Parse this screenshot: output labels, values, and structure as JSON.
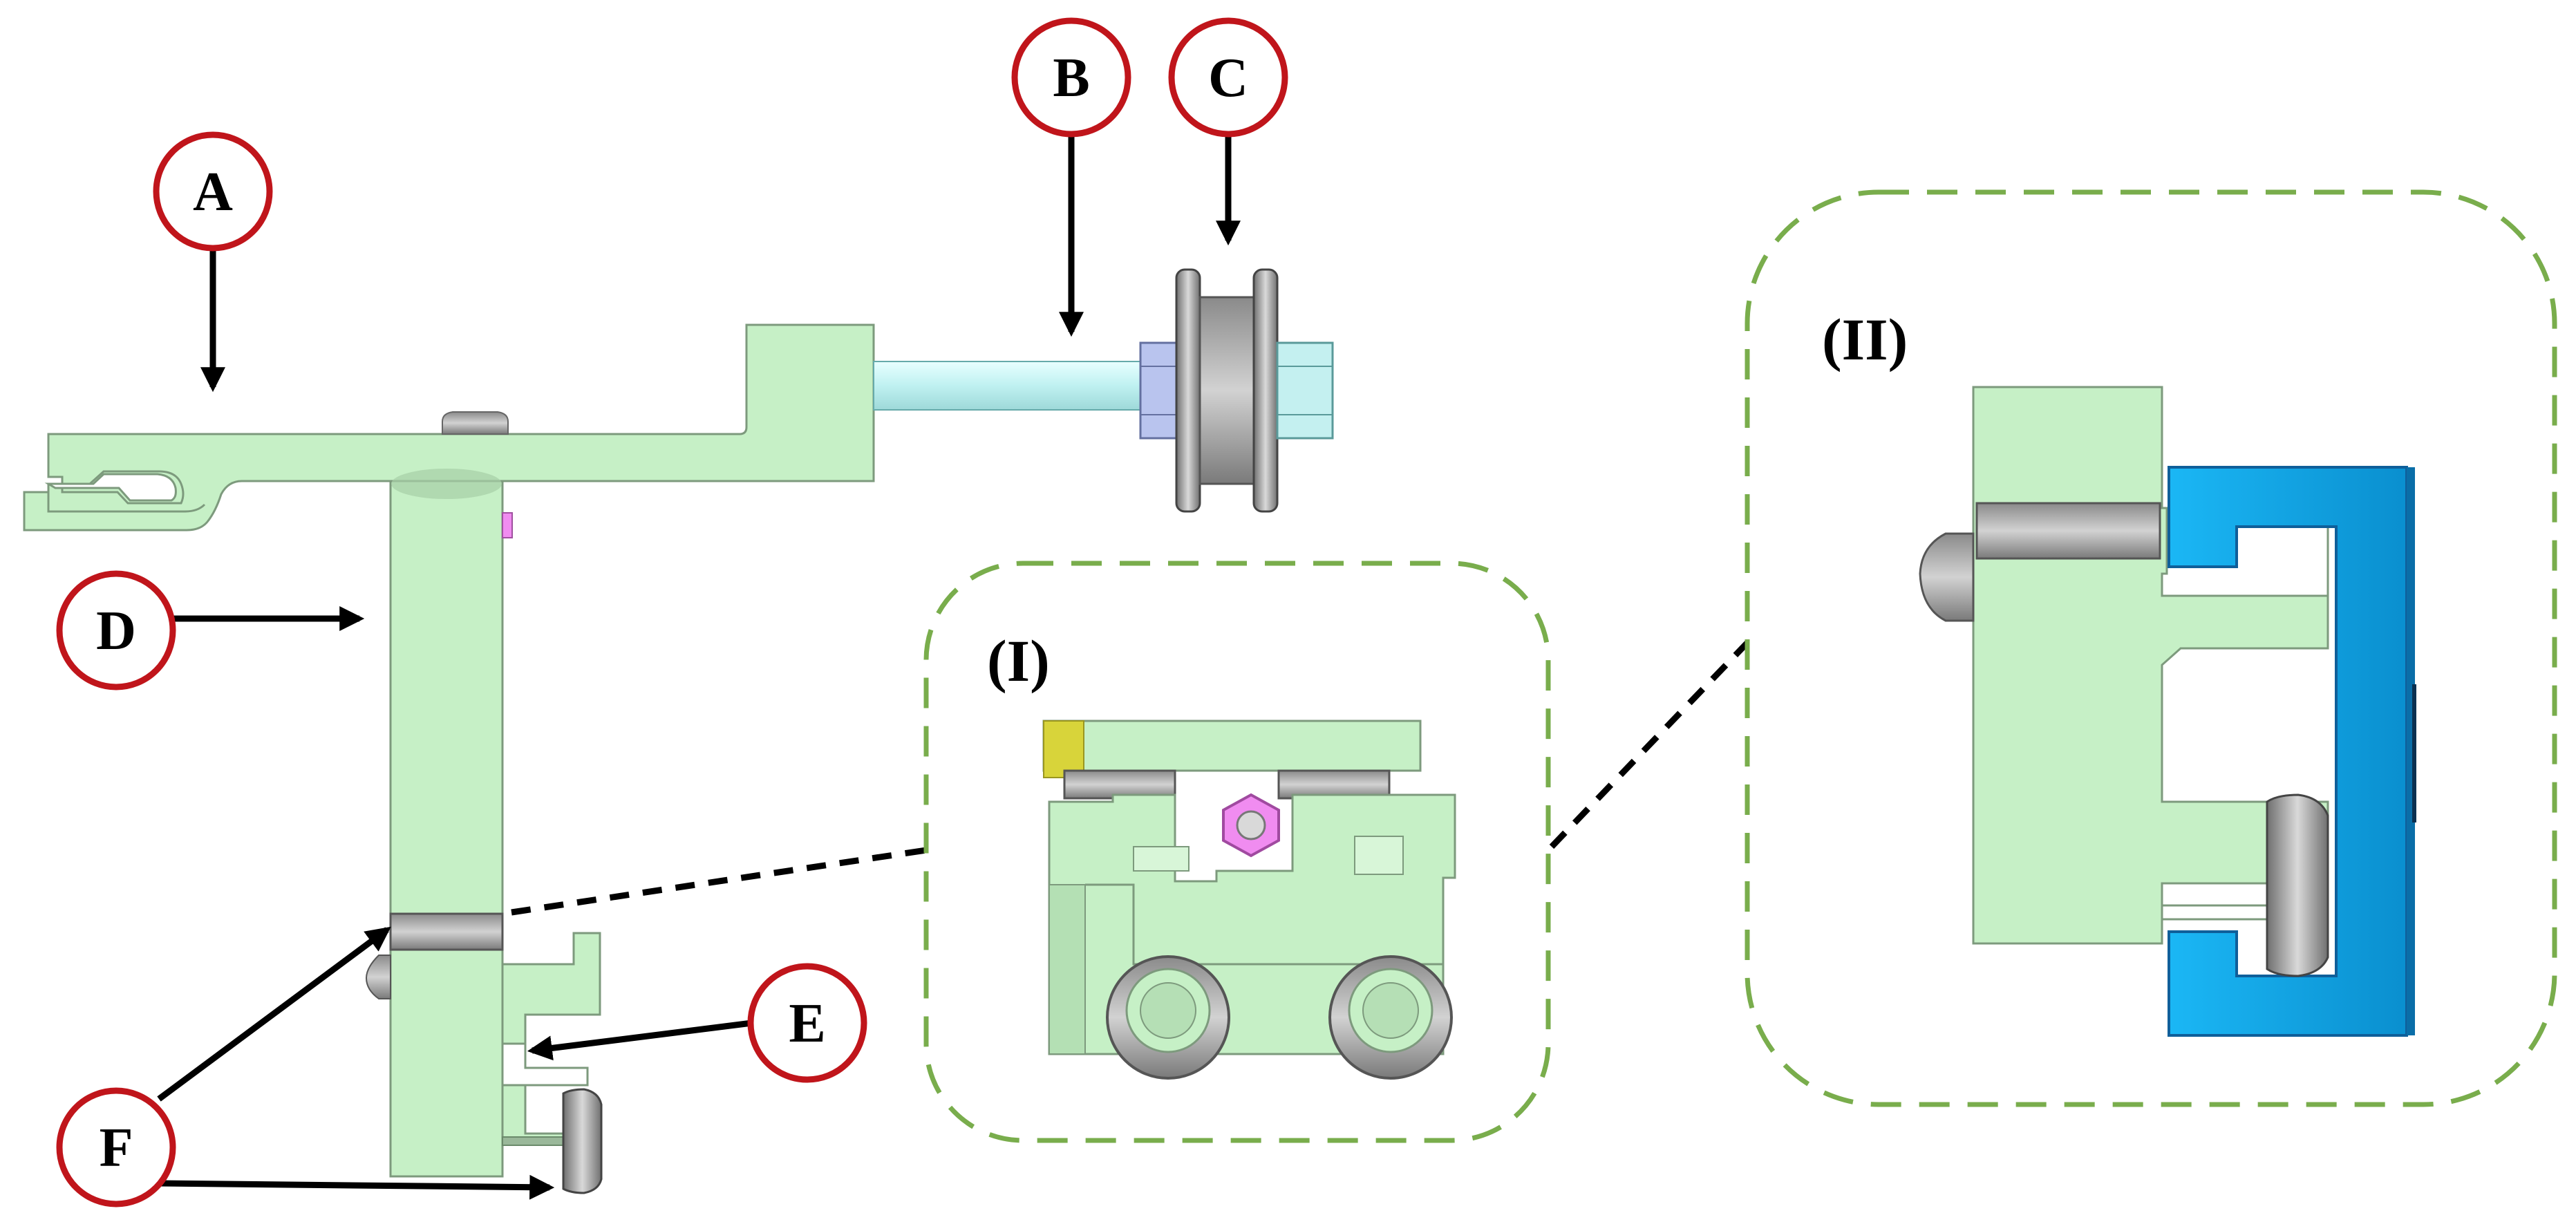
{
  "callouts": [
    {
      "id": "A",
      "label": "A"
    },
    {
      "id": "B",
      "label": "B"
    },
    {
      "id": "C",
      "label": "C"
    },
    {
      "id": "D",
      "label": "D"
    },
    {
      "id": "E",
      "label": "E"
    },
    {
      "id": "F",
      "label": "F"
    }
  ],
  "insets": [
    {
      "id": "I",
      "label": "(I)"
    },
    {
      "id": "II",
      "label": "(II)"
    }
  ],
  "colors": {
    "part_green": "#c6f0c6",
    "part_green_stroke": "#7d9a7d",
    "rod_cyan": "#c8f6f6",
    "bearing_gray": "#a8a8a8",
    "rail_blue": "#12b2f0",
    "callout_red": "#c0151b",
    "inset_border": "#79ad4c",
    "magenta": "#f08cf0",
    "yellow": "#d8d43a"
  }
}
